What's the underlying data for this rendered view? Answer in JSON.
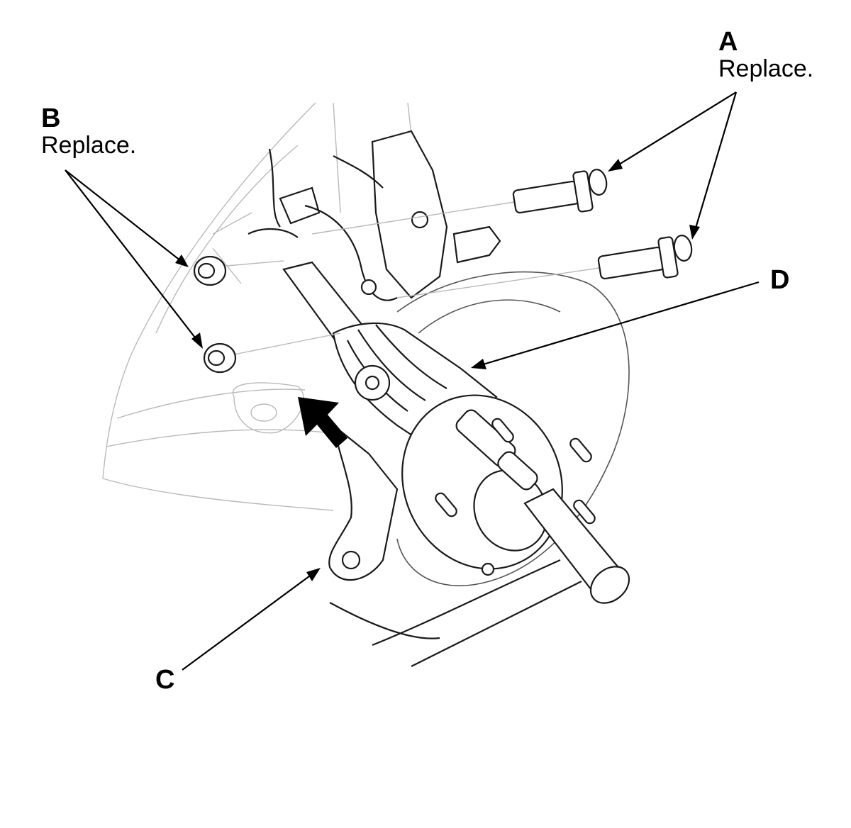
{
  "callouts": {
    "a": {
      "letter": "A",
      "note": "Replace."
    },
    "b": {
      "letter": "B",
      "note": "Replace."
    },
    "c": {
      "letter": "C"
    },
    "d": {
      "letter": "D"
    }
  },
  "colors": {
    "ink": "#000000",
    "part_outline": "#1a1a1a",
    "background_outline": "#b9b9b9"
  },
  "icons": [
    "direction-arrow-icon"
  ]
}
